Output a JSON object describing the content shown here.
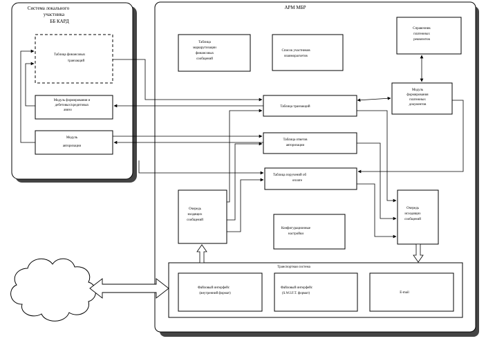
{
  "local_system": {
    "title_line1": "Система локального",
    "title_line2": "участника",
    "title_line3": "ББ КАРД",
    "fin_tx_table_line1": "Таблица финансовых",
    "fin_tx_table_line2": "транзакций",
    "module_formation_line1": "Модуль формирования и",
    "module_formation_line2": "дебетовых/кредитовых",
    "module_formation_line3": "авизо",
    "module_auth_line1": "Модуль",
    "module_auth_line2": "авторизации"
  },
  "arm": {
    "title": "АРМ МБР",
    "routing_table_line1": "Таблица",
    "routing_table_line2": "маршрутизации",
    "routing_table_line3": "финансовых",
    "routing_table_line4": "сообщений",
    "participants_list_line1": "Список участников",
    "participants_list_line2": "взаиморасчетов",
    "payment_ref_line1": "Справочник",
    "payment_ref_line2": "платежных",
    "payment_ref_line3": "реквизитов",
    "tx_table": "Таблица транзакций",
    "payment_module_line1": "Модуль",
    "payment_module_line2": "формирования",
    "payment_module_line3": "платежных",
    "payment_module_line4": "документов",
    "auth_answers_line1": "Таблица ответов",
    "auth_answers_line2": "авторизации",
    "payment_instr_line1": "Таблица поручений об",
    "payment_instr_line2": "оплате",
    "incoming_queue_line1": "Очередь",
    "incoming_queue_line2": "входящих",
    "incoming_queue_line3": "сообщений",
    "outgoing_queue_line1": "Очередь",
    "outgoing_queue_line2": "исходящих",
    "outgoing_queue_line3": "сообщений",
    "config_line1": "Конфигурационные",
    "config_line2": "настройки",
    "transport_title": "Транспортная система",
    "file_internal_line1": "Файловый интерфейс",
    "file_internal_line2": "(внутренний формат)",
    "file_swift_line1": "Файловый интерфейс",
    "file_swift_line2": "(S.W.I.F.T. формат)",
    "email": "E-mail"
  }
}
